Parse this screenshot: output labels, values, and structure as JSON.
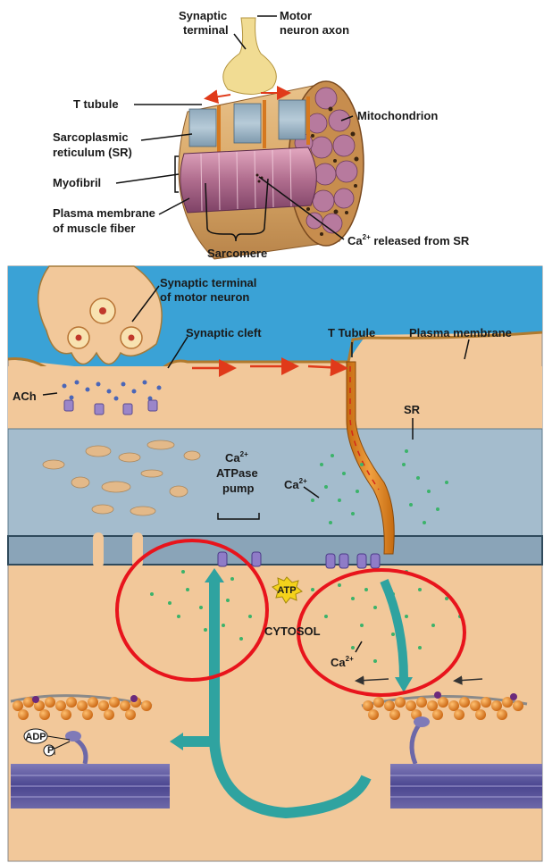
{
  "top_diagram": {
    "labels": {
      "synaptic_terminal": [
        "Synaptic",
        "terminal"
      ],
      "motor_neuron_axon": [
        "Motor",
        "neuron axon"
      ],
      "t_tubule": "T tubule",
      "mitochondrion": "Mitochondrion",
      "sarcoplasmic_reticulum": [
        "Sarcoplasmic",
        "reticulum (SR)"
      ],
      "myofibril": "Myofibril",
      "plasma_membrane": [
        "Plasma membrane",
        "of muscle fiber"
      ],
      "sarcomere": "Sarcomere",
      "ca_released": {
        "base": "Ca",
        "sup": "2+",
        "rest": " released from SR"
      }
    }
  },
  "bottom_diagram": {
    "labels": {
      "synaptic_terminal_motor": [
        "Synaptic terminal",
        "of motor neuron"
      ],
      "synaptic_cleft": "Synaptic cleft",
      "t_tubule": "T Tubule",
      "plasma_membrane": "Plasma membrane",
      "ach": "ACh",
      "sr": "SR",
      "ca_pump": {
        "line1_base": "Ca",
        "line1_sup": "2+",
        "line2": "ATPase",
        "line3": "pump"
      },
      "ca_sr": {
        "base": "Ca",
        "sup": "2+"
      },
      "atp": "ATP",
      "cytosol": "CYTOSOL",
      "ca_cytosol": {
        "base": "Ca",
        "sup": "2+"
      },
      "adp": "ADP",
      "pi": "P",
      "pi_sub": "i"
    },
    "highlight_color": "#e8141c"
  }
}
